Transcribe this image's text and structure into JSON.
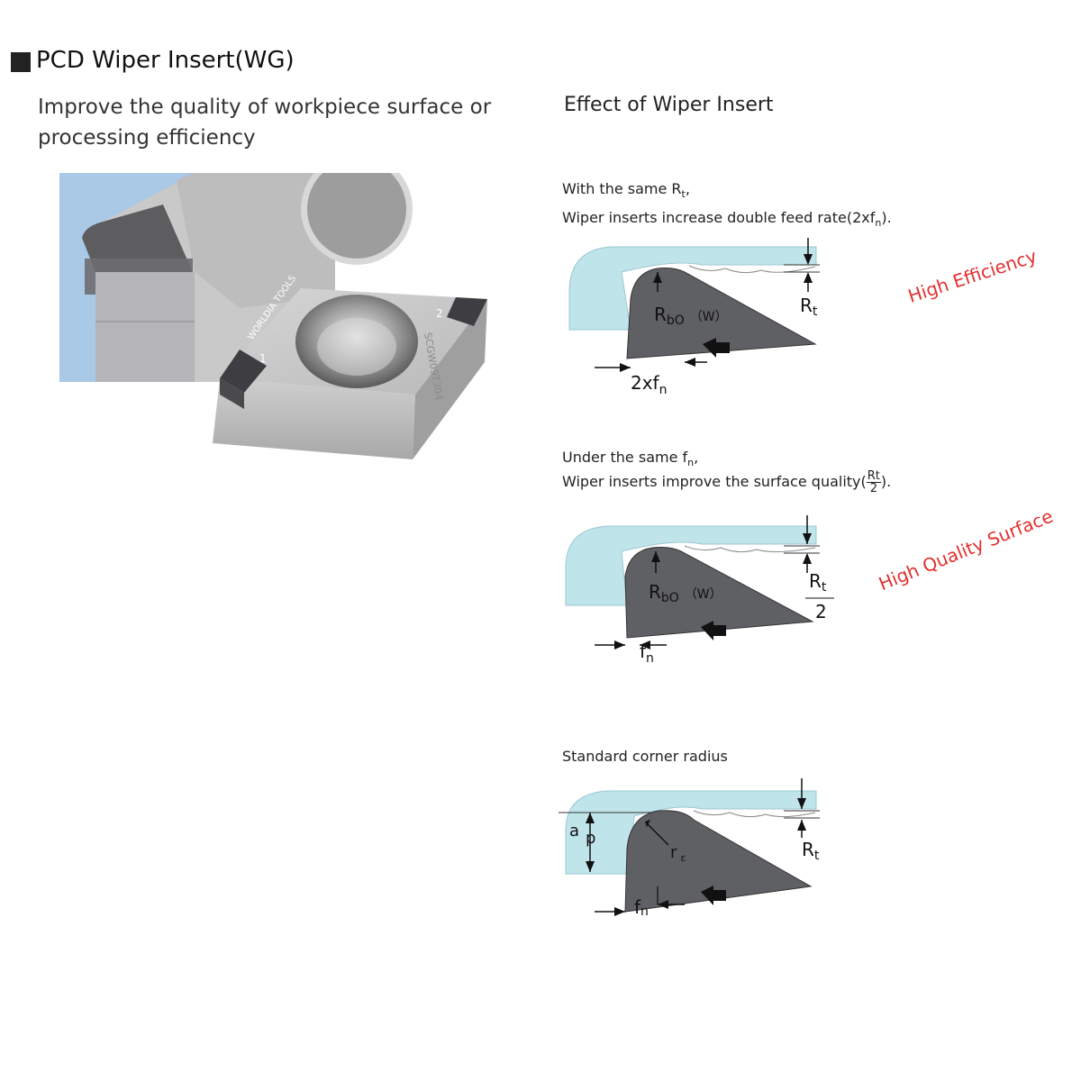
{
  "title": "PCD Wiper Insert(WG)",
  "subtitle": "Improve the quality of  workpiece surface or processing efficiency",
  "effect_heading": "Effect of Wiper Insert",
  "product_image": {
    "insert_logo_text": "WORLDIA TOOLS",
    "insert_code_text": "SCGW09T304",
    "corner_numbers": [
      "1",
      "2"
    ]
  },
  "section1": {
    "line1_prefix": "With the same R",
    "line1_sub": "t",
    "line1_suffix": ",",
    "line2_prefix": "Wiper inserts increase double feed rate(2xf",
    "line2_sub": "n",
    "line2_suffix": ").",
    "rbo_main": "R",
    "rbo_sub": "bO",
    "rbo_tag": "（W）",
    "rt_main": "R",
    "rt_sub": "t",
    "feed_main": "2xf",
    "feed_sub": "n",
    "tag": "High Efficiency"
  },
  "section2": {
    "line1_prefix": "Under the same f",
    "line1_sub": "n",
    "line1_suffix": ",",
    "line2_prefix": "Wiper inserts improve the surface quality(",
    "frac_num": "Rt",
    "frac_den": "2",
    "line2_suffix": ").",
    "rbo_main": "R",
    "rbo_sub": "bO",
    "rbo_tag": "（W）",
    "rt_main": "R",
    "rt_sub": "t",
    "rt_den": "2",
    "feed_main": "f",
    "feed_sub": "n",
    "tag": "High Quality Surface"
  },
  "section3": {
    "caption": "Standard corner radius",
    "ap_a": "a",
    "ap_p": "p",
    "re_main": "r",
    "re_sub": "ε",
    "rt_main": "R",
    "rt_sub": "t",
    "feed_main": "f",
    "feed_sub": "n"
  },
  "colors": {
    "workpiece": "#bfe4ea",
    "insert_dark": "#5f6064",
    "tag_red": "#e2302f",
    "photo_blue": "#a9c9e6"
  }
}
